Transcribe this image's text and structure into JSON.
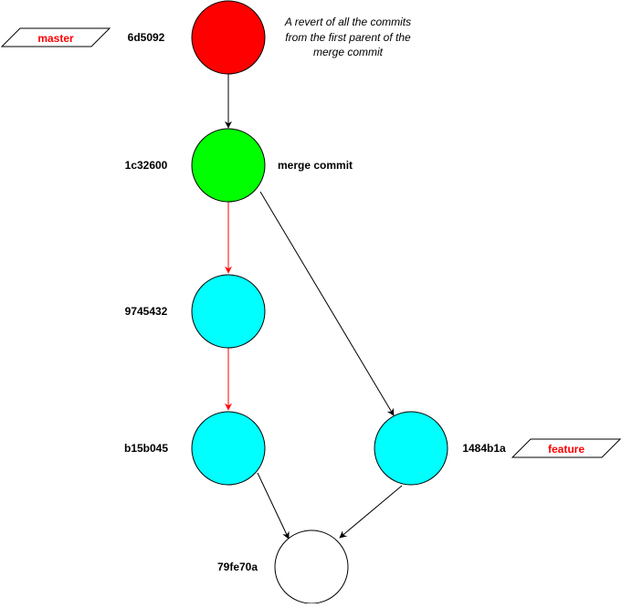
{
  "colors": {
    "master_commit": "#ff0000",
    "merge_commit": "#00ff00",
    "branch_commit": "#00ffff",
    "base_commit": "#ffffff",
    "first_parent_edge": "#ff0000",
    "edge": "#000000",
    "branch_label_text": "#ff0000"
  },
  "branches": {
    "master": "master",
    "feature": "feature"
  },
  "commits": {
    "revert": "6d5092",
    "merge": "1c32600",
    "first_parent_a": "9745432",
    "first_parent_b": "b15b045",
    "second_parent": "1484b1a",
    "base": "79fe70a"
  },
  "annotations": {
    "revert_note": [
      "A revert of all the commits",
      "from the first parent of the",
      "merge commit"
    ],
    "merge_label": "merge commit"
  }
}
